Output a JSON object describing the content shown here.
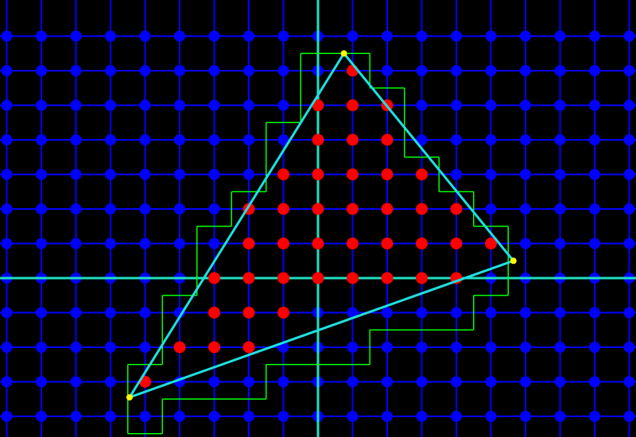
{
  "scene": {
    "background_color": "#000000",
    "grid": {
      "line_color": "#0000ff",
      "node_color": "#0000ff",
      "x_min": -9,
      "x_max": 9,
      "y_min": -5,
      "y_max": 7
    },
    "axes": {
      "color": "#20e0c0"
    },
    "triangle": {
      "edge_color": "#20e0e0",
      "vertex_color": "#ffff00",
      "vertices": [
        {
          "name": "top",
          "x": 0.75,
          "y": 6.5
        },
        {
          "name": "right",
          "x": 5.65,
          "y": 0.5
        },
        {
          "name": "bottom-left",
          "x": -5.45,
          "y": -3.45
        }
      ]
    },
    "covered_samples": {
      "color": "#ff0000",
      "points": [
        [
          1,
          6
        ],
        [
          0,
          5
        ],
        [
          1,
          5
        ],
        [
          2,
          5
        ],
        [
          0,
          4
        ],
        [
          1,
          4
        ],
        [
          2,
          4
        ],
        [
          -1,
          3
        ],
        [
          0,
          3
        ],
        [
          1,
          3
        ],
        [
          2,
          3
        ],
        [
          3,
          3
        ],
        [
          -2,
          2
        ],
        [
          -1,
          2
        ],
        [
          0,
          2
        ],
        [
          1,
          2
        ],
        [
          2,
          2
        ],
        [
          3,
          2
        ],
        [
          4,
          2
        ],
        [
          -2,
          1
        ],
        [
          -1,
          1
        ],
        [
          0,
          1
        ],
        [
          1,
          1
        ],
        [
          2,
          1
        ],
        [
          3,
          1
        ],
        [
          4,
          1
        ],
        [
          5,
          1
        ],
        [
          -3,
          0
        ],
        [
          -2,
          0
        ],
        [
          -1,
          0
        ],
        [
          0,
          0
        ],
        [
          1,
          0
        ],
        [
          2,
          0
        ],
        [
          3,
          0
        ],
        [
          4,
          0
        ],
        [
          -3,
          -1
        ],
        [
          -2,
          -1
        ],
        [
          -1,
          -1
        ],
        [
          -4,
          -2
        ],
        [
          -3,
          -2
        ],
        [
          -2,
          -2
        ],
        [
          -5,
          -3
        ]
      ]
    },
    "conservative_outline": {
      "color": "#00ff00",
      "cells": [
        [
          0,
          6
        ],
        [
          1,
          6
        ],
        [
          0,
          5
        ],
        [
          1,
          5
        ],
        [
          2,
          5
        ],
        [
          -1,
          4
        ],
        [
          0,
          4
        ],
        [
          1,
          4
        ],
        [
          2,
          4
        ],
        [
          -1,
          3
        ],
        [
          0,
          3
        ],
        [
          1,
          3
        ],
        [
          2,
          3
        ],
        [
          3,
          3
        ],
        [
          -2,
          2
        ],
        [
          -1,
          2
        ],
        [
          0,
          2
        ],
        [
          1,
          2
        ],
        [
          2,
          2
        ],
        [
          3,
          2
        ],
        [
          4,
          2
        ],
        [
          -3,
          1
        ],
        [
          -2,
          1
        ],
        [
          -1,
          1
        ],
        [
          0,
          1
        ],
        [
          1,
          1
        ],
        [
          2,
          1
        ],
        [
          3,
          1
        ],
        [
          4,
          1
        ],
        [
          5,
          1
        ],
        [
          -3,
          0
        ],
        [
          -2,
          0
        ],
        [
          -1,
          0
        ],
        [
          0,
          0
        ],
        [
          1,
          0
        ],
        [
          2,
          0
        ],
        [
          3,
          0
        ],
        [
          4,
          0
        ],
        [
          5,
          0
        ],
        [
          -4,
          -1
        ],
        [
          -3,
          -1
        ],
        [
          -2,
          -1
        ],
        [
          -1,
          -1
        ],
        [
          0,
          -1
        ],
        [
          1,
          -1
        ],
        [
          2,
          -1
        ],
        [
          3,
          -1
        ],
        [
          4,
          -1
        ],
        [
          -4,
          -2
        ],
        [
          -3,
          -2
        ],
        [
          -2,
          -2
        ],
        [
          -1,
          -2
        ],
        [
          0,
          -2
        ],
        [
          1,
          -2
        ],
        [
          -5,
          -3
        ],
        [
          -4,
          -3
        ],
        [
          -3,
          -3
        ],
        [
          -2,
          -3
        ],
        [
          -5,
          -4
        ]
      ]
    }
  }
}
